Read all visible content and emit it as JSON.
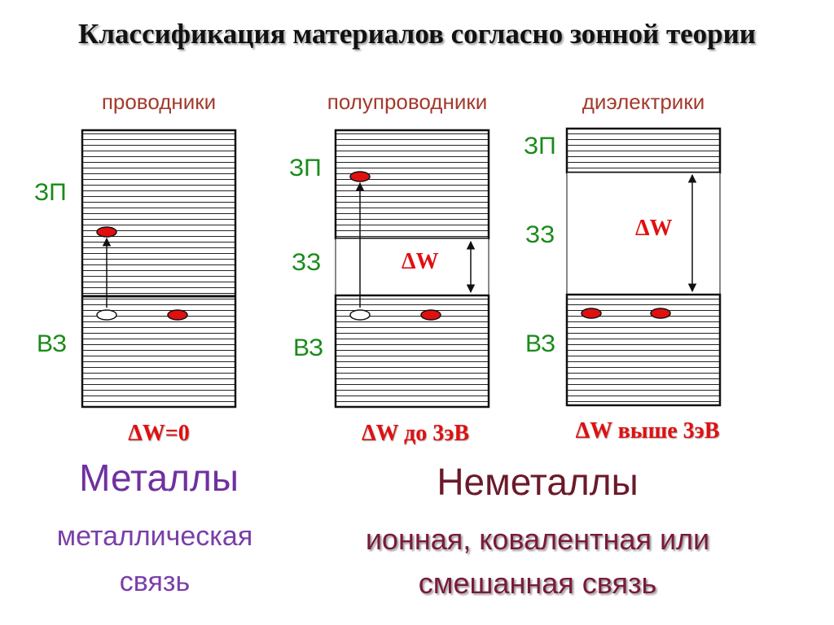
{
  "title": "Классификация материалов согласно зонной теории",
  "columns": [
    {
      "header": "проводники",
      "zone_labels": {
        "conduction": "ЗП",
        "valence": "ВЗ"
      },
      "gap_label": "",
      "delta": "ΔW=0"
    },
    {
      "header": "полупроводники",
      "zone_labels": {
        "conduction": "ЗП",
        "forbidden": "ЗЗ",
        "valence": "ВЗ"
      },
      "gap_label": "ΔW",
      "delta": "ΔW до 3эВ"
    },
    {
      "header": "диэлектрики",
      "zone_labels": {
        "conduction": "ЗП",
        "forbidden": "ЗЗ",
        "valence": "ВЗ"
      },
      "gap_label": "ΔW",
      "delta": "ΔW выше 3эВ"
    }
  ],
  "groups": {
    "metals": {
      "name": "Металлы",
      "bond_line1": "металлическая",
      "bond_line2": "связь"
    },
    "nonmetals": {
      "name": "Неметаллы",
      "bond_line1": "ионная, ковалентная или",
      "bond_line2": "смешанная связь"
    }
  },
  "colors": {
    "electron": "#e01010",
    "zone_label": "#1a8a1a",
    "header": "#a33a2c",
    "metals": "#7030a0",
    "nonmetals": "#6b1a2a"
  }
}
